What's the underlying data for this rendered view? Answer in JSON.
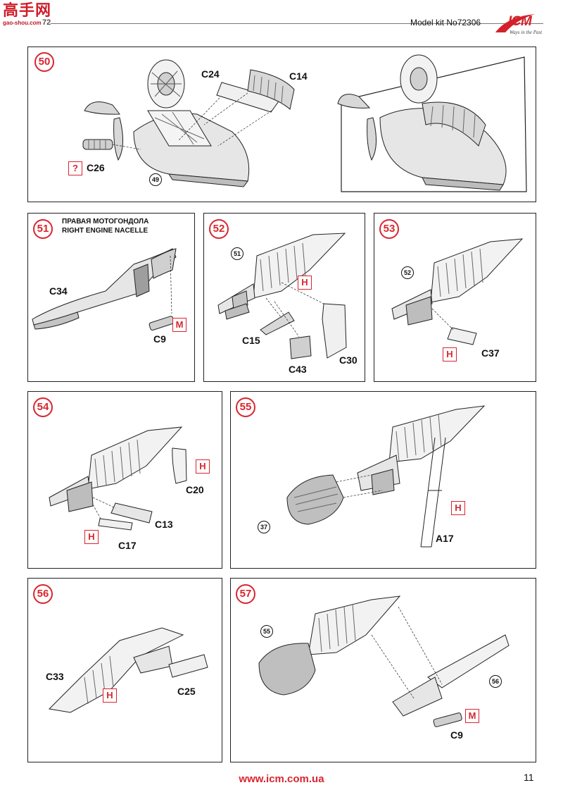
{
  "header": {
    "site_logo_glyphs": "高手网",
    "site_logo_url": "gao-shou.com",
    "site_logo_num": "72",
    "model_kit": "Model kit No72306",
    "brand": "ICM",
    "brand_tagline": "Ways in the Past"
  },
  "steps": [
    {
      "number": "50",
      "labels": [
        "C24",
        "C14",
        "C26"
      ],
      "callouts": [
        {
          "type": "?"
        }
      ],
      "refs": [
        "49"
      ]
    },
    {
      "number": "51",
      "title_ru": "ПРАВАЯ МОТОГОНДОЛА",
      "title_en": "RIGHT ENGINE NACELLE",
      "labels": [
        "C34",
        "C9"
      ],
      "callouts": [
        {
          "type": "M"
        }
      ]
    },
    {
      "number": "52",
      "labels": [
        "C15",
        "C43",
        "C30"
      ],
      "callouts": [
        {
          "type": "H"
        }
      ],
      "refs": [
        "51"
      ]
    },
    {
      "number": "53",
      "labels": [
        "C37"
      ],
      "callouts": [
        {
          "type": "H"
        }
      ],
      "refs": [
        "52"
      ]
    },
    {
      "number": "54",
      "labels": [
        "C20",
        "C13",
        "C17"
      ],
      "callouts": [
        {
          "type": "H"
        },
        {
          "type": "H"
        }
      ]
    },
    {
      "number": "55",
      "labels": [
        "A17"
      ],
      "callouts": [
        {
          "type": "H"
        }
      ],
      "refs": [
        "37"
      ]
    },
    {
      "number": "56",
      "labels": [
        "C33",
        "C25"
      ],
      "callouts": [
        {
          "type": "H"
        }
      ]
    },
    {
      "number": "57",
      "labels": [
        "C9"
      ],
      "callouts": [
        {
          "type": "M"
        }
      ],
      "refs": [
        "55",
        "56"
      ]
    }
  ],
  "footer": {
    "url": "www.icm.com.ua",
    "page_number": "11"
  },
  "colors": {
    "accent": "#d8262f",
    "line": "#222222",
    "part_fill": "#e6e6e6",
    "part_shade": "#bdbdbd"
  }
}
